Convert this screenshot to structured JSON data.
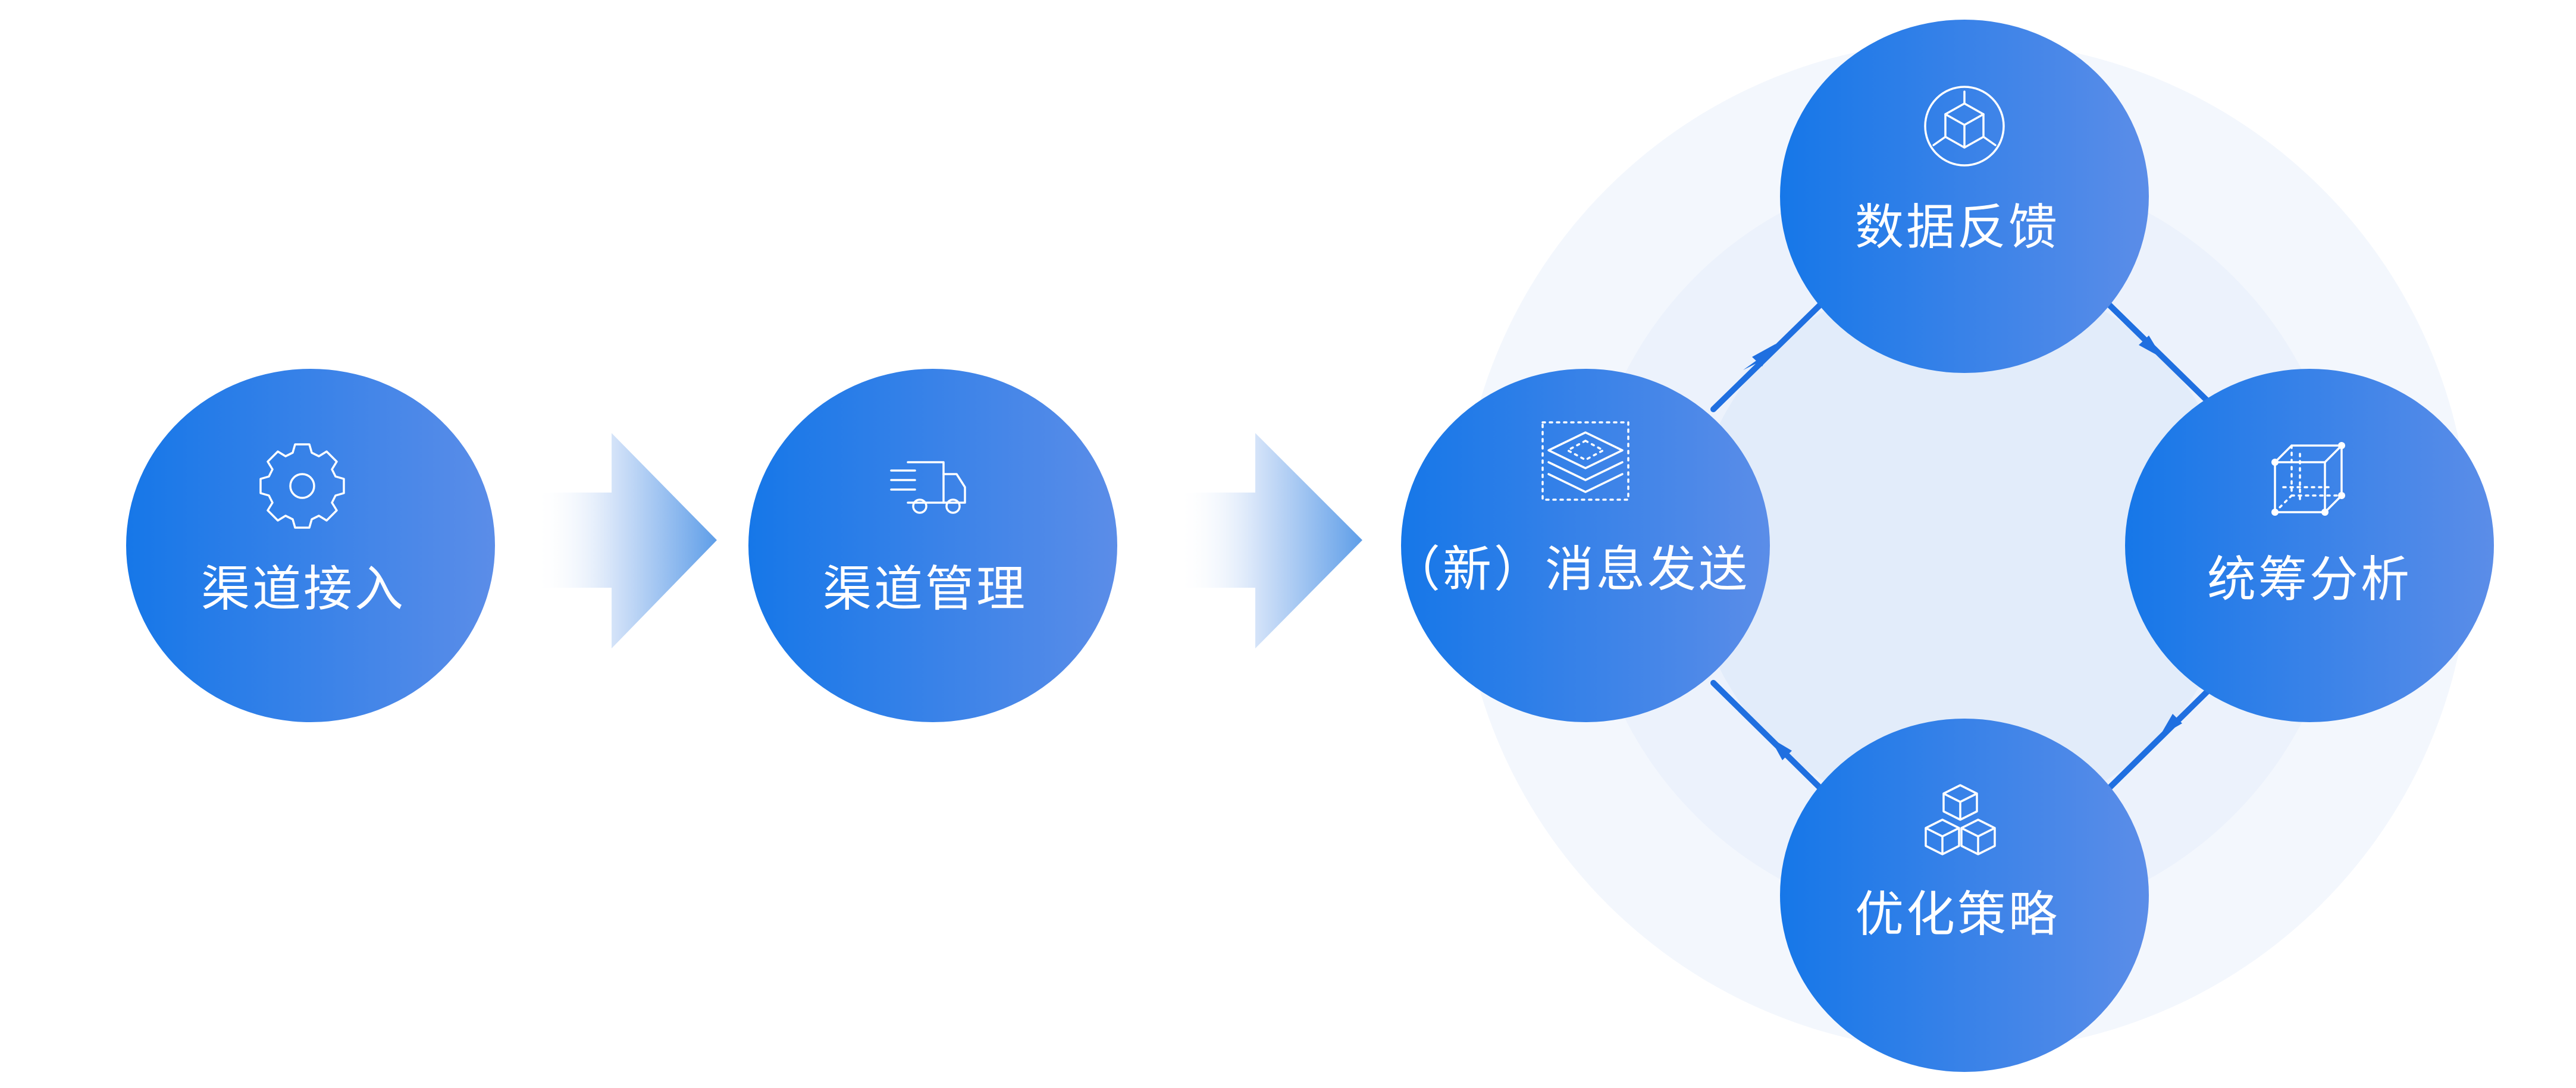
{
  "colors": {
    "node_start": "#1677e8",
    "node_end": "#5a8ce8",
    "halo": "#e6effb",
    "arrow": "#1f6fe0"
  },
  "nodes": {
    "channel_access": {
      "label": "渠道接入",
      "icon": "gear-icon"
    },
    "channel_manage": {
      "label": "渠道管理",
      "icon": "truck-icon"
    },
    "message_send": {
      "label": "（新）消息发送",
      "icon": "layers-icon"
    },
    "data_feedback": {
      "label": "数据反馈",
      "icon": "cube-network-icon"
    },
    "analysis": {
      "label": "统筹分析",
      "icon": "wireframe-cube-icon"
    },
    "optimize": {
      "label": "优化策略",
      "icon": "stacked-cubes-icon"
    }
  }
}
